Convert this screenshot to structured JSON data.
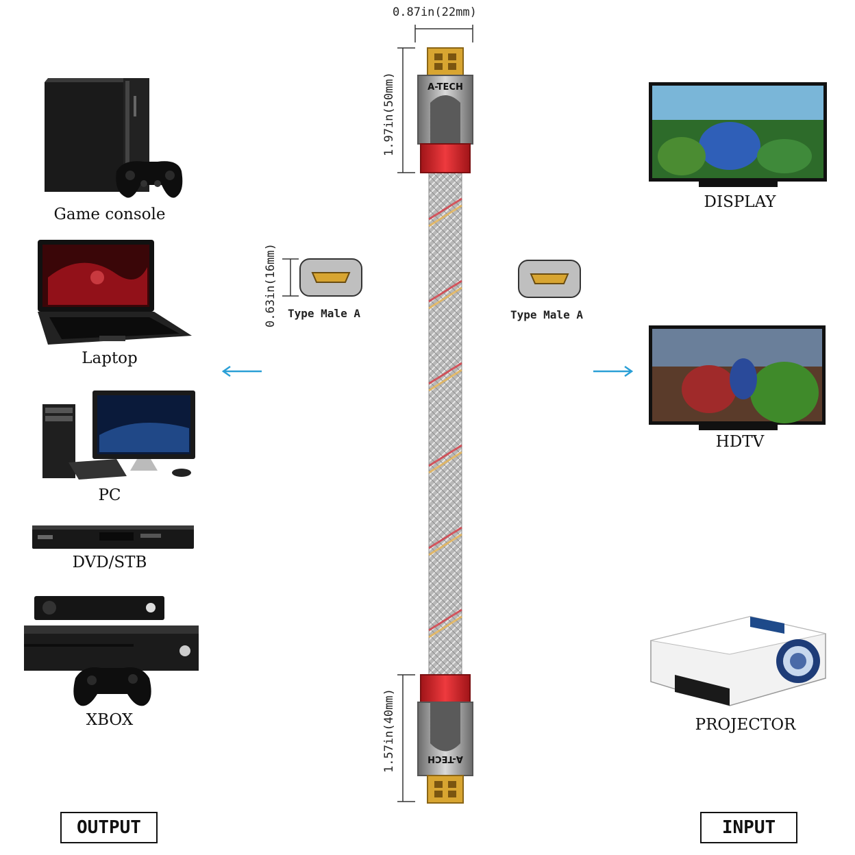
{
  "cable": {
    "brand": "A-TECH",
    "dim_width": "0.87in(22mm)",
    "dim_top_head": "1.97in(50mm)",
    "dim_bottom_head": "1.57in(40mm)",
    "dim_port": "0.63in(16mm)"
  },
  "ports": {
    "left_label": "Type Male A",
    "right_label": "Type Male A"
  },
  "output_devices": [
    {
      "label": "Game console",
      "icon": "game-console-icon"
    },
    {
      "label": "Laptop",
      "icon": "laptop-icon"
    },
    {
      "label": "PC",
      "icon": "pc-icon"
    },
    {
      "label": "DVD/STB",
      "icon": "dvd-player-icon"
    },
    {
      "label": "XBOX",
      "icon": "xbox-icon"
    }
  ],
  "input_devices": [
    {
      "label": "DISPLAY",
      "icon": "display-icon"
    },
    {
      "label": "HDTV",
      "icon": "hdtv-icon"
    },
    {
      "label": "PROJECTOR",
      "icon": "projector-icon"
    }
  ],
  "sections": {
    "output": "OUTPUT",
    "input": "INPUT"
  },
  "colors": {
    "arrow": "#2a9fd6",
    "connector_red": "#d9262a",
    "gold": "#d8a531"
  }
}
